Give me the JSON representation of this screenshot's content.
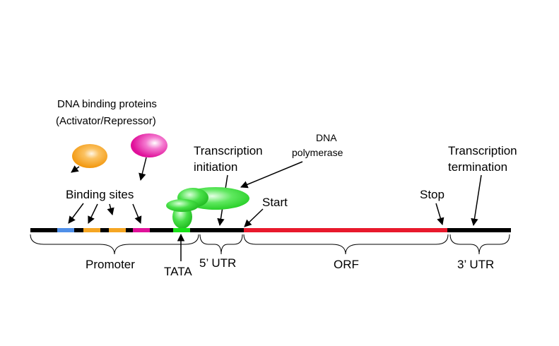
{
  "labels": {
    "dna_binding_line1": "DNA binding proteins",
    "dna_binding_line2": "(Activator/Repressor)",
    "binding_sites": "Binding sites",
    "transcription_initiation_line1": "Transcription",
    "transcription_initiation_line2": "initiation",
    "dna_polymerase_line1": "DNA",
    "dna_polymerase_line2": "polymerase",
    "start": "Start",
    "stop": "Stop",
    "transcription_termination_line1": "Transcription",
    "transcription_termination_line2": "termination",
    "promoter": "Promoter",
    "tata": "TATA",
    "utr5": "5’ UTR",
    "orf": "ORF",
    "utr3": "3’ UTR"
  },
  "colors": {
    "dna_strand": "#000000",
    "orf": "#e8192c",
    "binding_site_blue": "#4f8fe8",
    "binding_site_orange": "#f5a623",
    "binding_site_magenta": "#e0119a",
    "tata_box": "#19e019",
    "activator": "#f7a21b",
    "repressor": "#ef1bb0",
    "polymerase": "#33dd33"
  },
  "icons": {
    "activator": "orange-ellipse",
    "repressor": "magenta-ellipse",
    "polymerase": "green-ellipse-cluster"
  }
}
